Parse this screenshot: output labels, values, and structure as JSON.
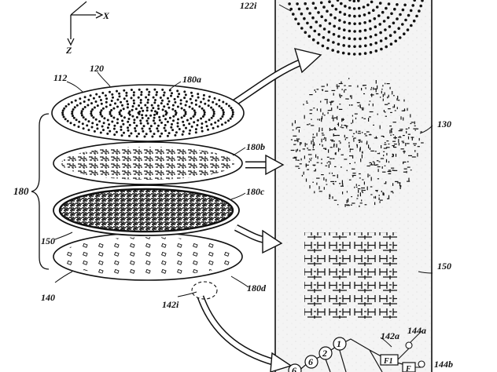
{
  "axes": {
    "x_label": "X",
    "z_label": "Z"
  },
  "labels": {
    "l112": "112",
    "l120": "120",
    "l180a": "180a",
    "l180b": "180b",
    "l180c": "180c",
    "l180d": "180d",
    "l180": "180",
    "l150_stack": "150",
    "l140": "140",
    "l142i": "142i",
    "l122i": "122i",
    "l130": "130",
    "l150_panel": "150",
    "l142a": "142a",
    "l144a": "144a",
    "l144b": "144b"
  },
  "circuit": {
    "nodes": [
      "6",
      "6",
      "2",
      "1"
    ],
    "boxes": [
      "F1",
      "F"
    ]
  },
  "colors": {
    "ink": "#111111",
    "paper": "#ffffff",
    "panel": "#f4f4f4"
  }
}
